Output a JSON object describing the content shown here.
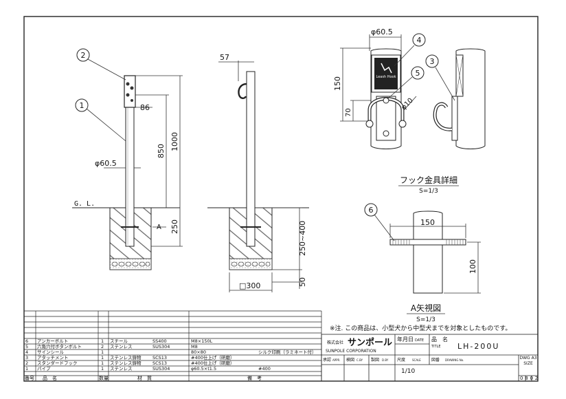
{
  "drawing": {
    "front_view": {
      "balloons": [
        "2",
        "1"
      ],
      "dims": {
        "flange": "86",
        "height": "1000",
        "above_mark": "850",
        "embed": "250",
        "diameter": "φ60.5"
      },
      "gl_label": "G. L.",
      "section_marker": "A"
    },
    "side_view": {
      "dims": {
        "hook_offset": "57",
        "embed_range": "250~400",
        "base_depth": "50",
        "base_width": "□300"
      }
    },
    "hook_detail": {
      "balloons": [
        "4",
        "5",
        "3"
      ],
      "dims": {
        "diameter": "φ60.5",
        "height": "150",
        "hook_height": "70",
        "hook_dia": "φ10"
      },
      "sign_text": "Leash Hook",
      "title": "フック金具詳細",
      "scale": "S=1/3"
    },
    "section_a": {
      "balloon": "6",
      "dims": {
        "width": "150",
        "height": "100"
      },
      "title": "A矢視図",
      "scale": "S=1/3"
    },
    "note": "※注. この商品は、小型犬から中型犬までを対象としたものです。"
  },
  "parts_list": {
    "rows": [
      {
        "no": "6",
        "name": "アンカーボルト",
        "qty": "1",
        "material": "スチール",
        "spec": "SS400",
        "size": "M8×150L",
        "remark": ""
      },
      {
        "no": "5",
        "name": "六角穴付ボタンボルト",
        "qty": "2",
        "material": "ステンレス",
        "spec": "SUS304",
        "size": "M8",
        "remark": ""
      },
      {
        "no": "4",
        "name": "サインシール",
        "qty": "1",
        "material": "",
        "spec": "",
        "size": "80×80",
        "remark": "シルク印刷（ラミネート付）"
      },
      {
        "no": "3",
        "name": "アタッチメント",
        "qty": "1",
        "material": "ステンレス鋳物",
        "spec": "SCS13",
        "size": "#400仕上げ（研磨）",
        "remark": ""
      },
      {
        "no": "2",
        "name": "スタンダードフック",
        "qty": "1",
        "material": "ステンレス鋳物",
        "spec": "SCS13",
        "size": "#400仕上げ（研磨）",
        "remark": ""
      },
      {
        "no": "1",
        "name": "パイプ",
        "qty": "1",
        "material": "ステンレス",
        "spec": "SUS304",
        "size": "φ60.5×t1.5",
        "remark": "#400"
      }
    ],
    "headers": {
      "no": "番号",
      "name": "品　名",
      "qty": "数量",
      "material": "材　質",
      "remark": "備　考"
    }
  },
  "title_block": {
    "company_prefix": "株式会社",
    "company_name": "サンポール",
    "company_en": "SUNPOLE CORPORATION",
    "date_label": "年月日",
    "date_sub": "DATE",
    "product_label": "品　名",
    "product_sub": "TITLE",
    "product_name": "LH-200U",
    "appr": "承認",
    "appr_sub": "APPR.",
    "checked": "検図",
    "checked_sub": "C.BY",
    "drawn": "製図",
    "drawn_sub": "D.BY",
    "scale_label": "尺度",
    "scale_sub": "SCALE",
    "scale_value": "1/10",
    "drawing_no_label": "図番",
    "drawing_no_sub": "DRAWING No.",
    "dwg_size": "DWG A3 SIZE",
    "sheet_no": "0802"
  }
}
